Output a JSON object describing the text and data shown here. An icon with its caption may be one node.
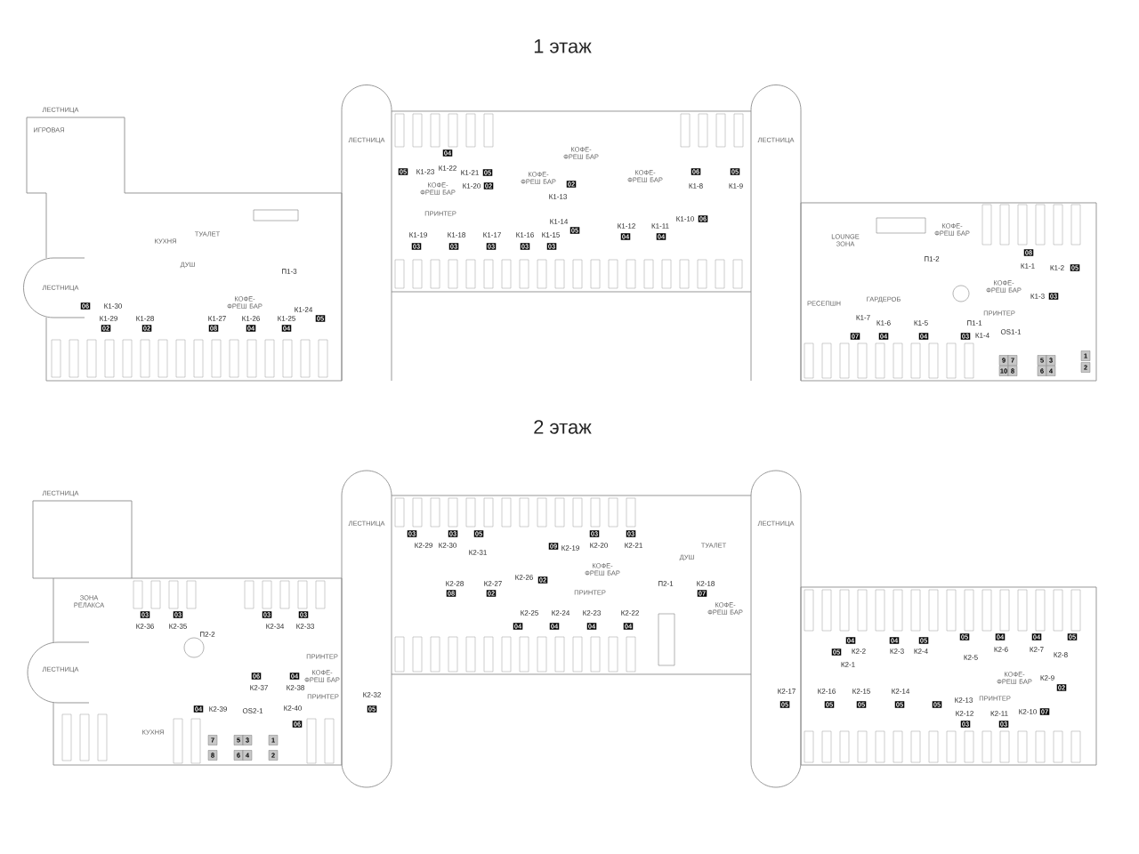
{
  "diagram": {
    "labels": [
      "1 этаж",
      "ЛЕСТНИЦА",
      "ИГРОВАЯ",
      "ЛЕСТНИЦА",
      "ЛЕСТНИЦА",
      "04",
      "КОФЕ-ФРЕШ БАР",
      "05",
      "К1-23",
      "К1-22",
      "К1-21",
      "05",
      "КОФЕ-ФРЕШ БАР",
      "КОФЕ-ФРЕШ БАР",
      "06",
      "05",
      "КОФЕ-ФРЕШ БАР",
      "К1-20",
      "02",
      "02",
      "К1-8",
      "К1-9",
      "К1-13",
      "ПРИНТЕР",
      "К1-14",
      "К1-10",
      "06",
      "05",
      "К1-12",
      "К1-11",
      "КОФЕ-ФРЕШ БАР",
      "КУХНЯ",
      "ТУАЛЕТ",
      "К1-19",
      "К1-18",
      "К1-17",
      "К1-16",
      "К1-15",
      "04",
      "04",
      "LOUNGE ЗОНА",
      "03",
      "03",
      "03",
      "03",
      "03",
      "08",
      "П1-2",
      "ДУШ",
      "П1-3",
      "К1-1",
      "К1-2",
      "05",
      "ЛЕСТНИЦА",
      "КОФЕ-ФРЕШ БАР",
      "ГАРДЕРОБ",
      "К1-3",
      "03",
      "06",
      "К1-30",
      "КОФЕ-ФРЕШ БАР",
      "РЕСЕПШН",
      "К1-29",
      "К1-28",
      "К1-27",
      "К1-26",
      "К1-25",
      "К1-24",
      "05",
      "К1-7",
      "ПРИНТЕР",
      "02",
      "02",
      "08",
      "04",
      "04",
      "07",
      "К1-6",
      "04",
      "К1-5",
      "04",
      "03",
      "П1-1",
      "К1-4",
      "OS1-1",
      "9",
      "7",
      "5",
      "3",
      "1",
      "10",
      "8",
      "6",
      "4",
      "2",
      "2 этаж",
      "ЛЕСТНИЦА",
      "ЛЕСТНИЦА",
      "ЛЕСТНИЦА",
      "03",
      "03",
      "05",
      "03",
      "03",
      "К2-29",
      "К2-30",
      "К2-31",
      "09",
      "К2-19",
      "К2-20",
      "К2-21",
      "ТУАЛЕТ",
      "КОФЕ-ФРЕШ БАР",
      "ДУШ",
      "К2-28",
      "К2-27",
      "К2-26",
      "02",
      "П2-1",
      "К2-18",
      "08",
      "02",
      "ПРИНТЕР",
      "07",
      "ЗОНА РЕЛАКСА",
      "03",
      "03",
      "03",
      "03",
      "К2-25",
      "К2-24",
      "К2-23",
      "К2-22",
      "КОФЕ-ФРЕШ БАР",
      "К2-36",
      "К2-35",
      "К2-34",
      "К2-33",
      "04",
      "04",
      "04",
      "04",
      "П2-2",
      "04",
      "04",
      "05",
      "05",
      "04",
      "04",
      "05",
      "05",
      "К2-2",
      "К2-3",
      "К2-4",
      "К2-5",
      "К2-6",
      "К2-7",
      "К2-8",
      "ЛЕСТНИЦА",
      "ПРИНТЕР",
      "К2-1",
      "06",
      "04",
      "КОФЕ-ФРЕШ БАР",
      "КОФЕ-ФРЕШ БАР",
      "К2-9",
      "К2-37",
      "К2-38",
      "02",
      "К2-32",
      "К2-17",
      "К2-16",
      "К2-15",
      "К2-14",
      "К2-13",
      "ПРИНТЕР",
      "04",
      "К2-39",
      "OS2-1",
      "К2-40",
      "ПРИНТЕР",
      "05",
      "05",
      "05",
      "05",
      "05",
      "05",
      "К2-12",
      "К2-11",
      "К2-10",
      "07",
      "06",
      "03",
      "03",
      "КУХНЯ",
      "7",
      "5",
      "3",
      "1",
      "8",
      "6",
      "4",
      "2"
    ]
  }
}
